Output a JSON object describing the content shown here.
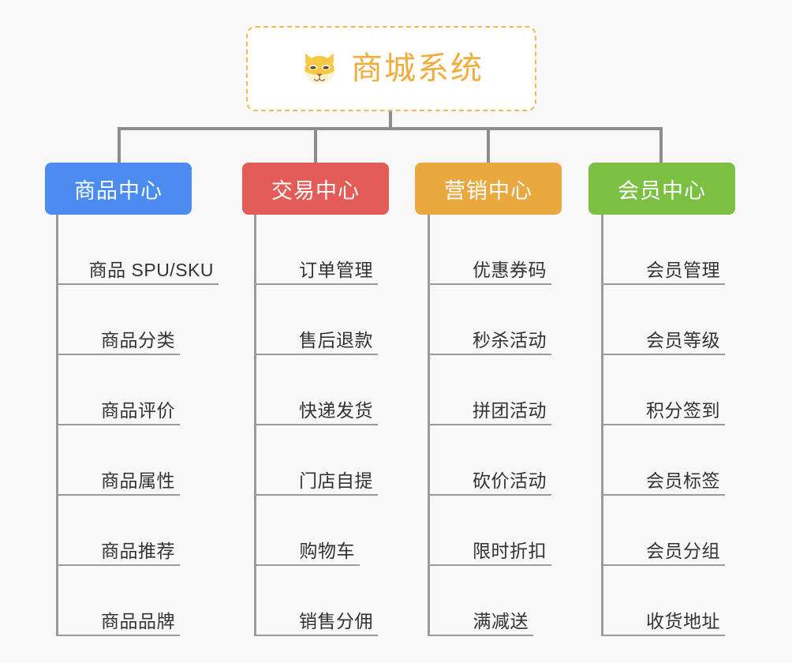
{
  "page": {
    "background_color": "#f8f8f8",
    "line_color": "#8c8c8c",
    "leaf_line_color": "#9a9a9a",
    "leaf_text_color": "#333333"
  },
  "root": {
    "title": "商城系统",
    "icon": "shiba-dog-icon",
    "text_color": "#f0ad3e",
    "border_color": "#f2b857",
    "background_color": "#ffffff"
  },
  "categories": [
    {
      "label": "商品中心",
      "color": "#4a8cf0",
      "items": [
        "商品 SPU/SKU",
        "商品分类",
        "商品评价",
        "商品属性",
        "商品推荐",
        "商品品牌"
      ]
    },
    {
      "label": "交易中心",
      "color": "#e45c57",
      "items": [
        "订单管理",
        "售后退款",
        "快递发货",
        "门店自提",
        "购物车",
        "销售分佣"
      ]
    },
    {
      "label": "营销中心",
      "color": "#eaa93f",
      "items": [
        "优惠券码",
        "秒杀活动",
        "拼团活动",
        "砍价活动",
        "限时折扣",
        "满减送"
      ]
    },
    {
      "label": "会员中心",
      "color": "#7bc043",
      "items": [
        "会员管理",
        "会员等级",
        "积分签到",
        "会员标签",
        "会员分组",
        "收货地址"
      ]
    }
  ]
}
